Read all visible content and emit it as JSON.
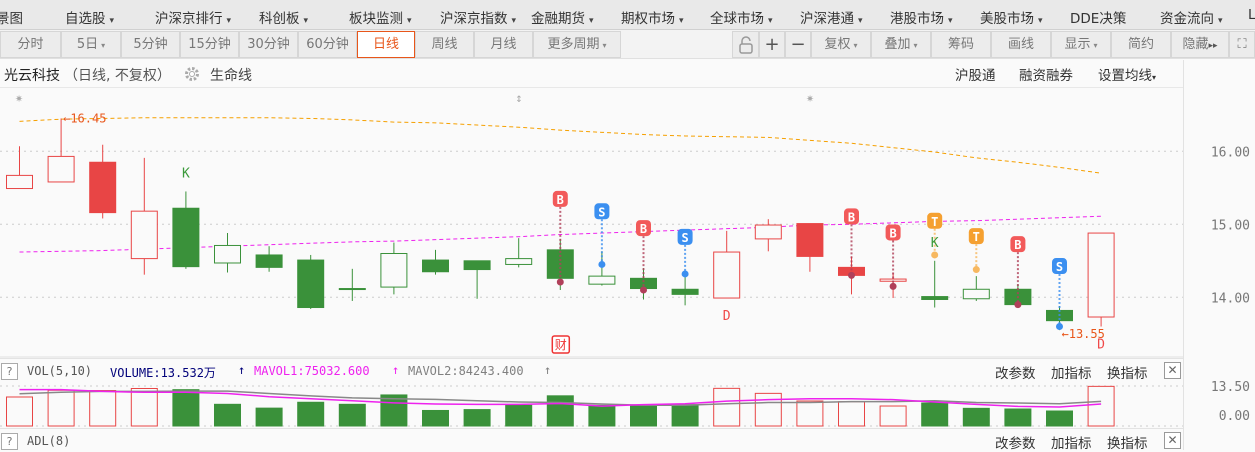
{
  "menu": [
    {
      "label": "景图",
      "dd": false
    },
    {
      "label": "自选股",
      "dd": true
    },
    {
      "label": "沪深京排行",
      "dd": true
    },
    {
      "label": "科创板",
      "dd": true
    },
    {
      "label": "板块监测",
      "dd": true
    },
    {
      "label": "沪深京指数",
      "dd": true
    },
    {
      "label": "金融期货",
      "dd": true
    },
    {
      "label": "期权市场",
      "dd": true
    },
    {
      "label": "全球市场",
      "dd": true
    },
    {
      "label": "沪深港通",
      "dd": true
    },
    {
      "label": "港股市场",
      "dd": true
    },
    {
      "label": "美股市场",
      "dd": true
    },
    {
      "label": "DDE决策",
      "dd": false
    },
    {
      "label": "资金流向",
      "dd": true
    },
    {
      "label": "L",
      "dd": false
    }
  ],
  "caret": "▾",
  "periods": [
    {
      "label": "分时"
    },
    {
      "label": "5日",
      "dd": true
    },
    {
      "label": "5分钟"
    },
    {
      "label": "15分钟"
    },
    {
      "label": "30分钟"
    },
    {
      "label": "60分钟"
    },
    {
      "label": "日线",
      "active": true
    },
    {
      "label": "周线"
    },
    {
      "label": "月线"
    },
    {
      "label": "更多周期",
      "dd": true
    }
  ],
  "tools": {
    "lock": "unlock-icon",
    "plus": "+",
    "minus": "−",
    "fuquan": "复权",
    "diejia": "叠加",
    "chouma": "筹码",
    "huaxian": "画线",
    "xianshi": "显示",
    "jianyue": "简约",
    "yincang": "隐藏",
    "yincang_icon": "▸▸",
    "fullscreen": "⛶"
  },
  "info": {
    "stock": "光云科技",
    "mode": "（日线, 不复权）",
    "lifeline": "生命线",
    "hgt": "沪股通",
    "rzrq": "融资融券",
    "ma_setting": "设置均线"
  },
  "colors": {
    "up": "#e84545",
    "down": "#3a913a",
    "ma_short": "#ee22ee",
    "ma_long": "#f5a000",
    "buy": "#f25a5a",
    "sell": "#3b8ff0",
    "t": "#f5a030",
    "accent": "#e8561a"
  },
  "price_axis": {
    "labels": [
      "16.00",
      "15.00",
      "14.00"
    ],
    "values": [
      16,
      15,
      14
    ]
  },
  "candles": [
    {
      "o": 15.49,
      "c": 15.67,
      "h": 16.07,
      "l": 15.49,
      "style": "up-hollow"
    },
    {
      "o": 15.58,
      "c": 15.93,
      "h": 16.45,
      "l": 15.58,
      "style": "up-hollow"
    },
    {
      "o": 15.85,
      "c": 15.16,
      "h": 16.09,
      "l": 15.08,
      "style": "up-solid"
    },
    {
      "o": 14.53,
      "c": 15.18,
      "h": 15.91,
      "l": 14.31,
      "style": "up-hollow"
    },
    {
      "o": 15.22,
      "c": 14.42,
      "h": 15.45,
      "l": 14.39,
      "style": "down-solid"
    },
    {
      "o": 14.47,
      "c": 14.71,
      "h": 14.88,
      "l": 14.34,
      "style": "down-hollow"
    },
    {
      "o": 14.58,
      "c": 14.41,
      "h": 14.7,
      "l": 14.35,
      "style": "down-solid"
    },
    {
      "o": 14.51,
      "c": 13.86,
      "h": 14.58,
      "l": 13.84,
      "style": "down-solid"
    },
    {
      "o": 14.12,
      "c": 14.12,
      "h": 14.39,
      "l": 13.95,
      "style": "down-solid"
    },
    {
      "o": 14.14,
      "c": 14.6,
      "h": 14.75,
      "l": 14.04,
      "style": "down-hollow"
    },
    {
      "o": 14.51,
      "c": 14.35,
      "h": 14.65,
      "l": 14.31,
      "style": "down-solid"
    },
    {
      "o": 14.5,
      "c": 14.38,
      "h": 14.5,
      "l": 13.98,
      "style": "down-solid"
    },
    {
      "o": 14.45,
      "c": 14.53,
      "h": 14.81,
      "l": 14.41,
      "style": "down-hollow"
    },
    {
      "o": 14.65,
      "c": 14.26,
      "h": 14.8,
      "l": 14.1,
      "style": "down-solid"
    },
    {
      "o": 14.18,
      "c": 14.29,
      "h": 14.63,
      "l": 14.16,
      "style": "down-hollow"
    },
    {
      "o": 14.26,
      "c": 14.12,
      "h": 14.4,
      "l": 13.97,
      "style": "down-solid"
    },
    {
      "o": 14.11,
      "c": 14.04,
      "h": 14.28,
      "l": 13.89,
      "style": "down-solid"
    },
    {
      "o": 13.99,
      "c": 14.62,
      "h": 14.91,
      "l": 13.99,
      "style": "up-hollow"
    },
    {
      "o": 14.8,
      "c": 14.99,
      "h": 15.07,
      "l": 14.63,
      "style": "up-hollow"
    },
    {
      "o": 15.01,
      "c": 14.56,
      "h": 15.01,
      "l": 14.35,
      "style": "up-solid"
    },
    {
      "o": 14.41,
      "c": 14.3,
      "h": 14.56,
      "l": 14.04,
      "style": "up-solid"
    },
    {
      "o": 14.22,
      "c": 14.25,
      "h": 14.34,
      "l": 13.99,
      "style": "up-hollow"
    },
    {
      "o": 14.01,
      "c": 13.97,
      "h": 14.5,
      "l": 13.86,
      "style": "down-solid"
    },
    {
      "o": 13.98,
      "c": 14.11,
      "h": 14.29,
      "l": 13.95,
      "style": "down-hollow"
    },
    {
      "o": 14.11,
      "c": 13.9,
      "h": 14.18,
      "l": 13.9,
      "style": "down-solid"
    },
    {
      "o": 13.82,
      "c": 13.68,
      "h": 13.88,
      "l": 13.55,
      "style": "down-solid"
    },
    {
      "o": 13.73,
      "c": 14.88,
      "h": 14.88,
      "l": 13.6,
      "style": "up-hollow"
    }
  ],
  "ma_short": [
    14.62,
    14.63,
    14.64,
    14.66,
    14.68,
    14.7,
    14.72,
    14.74,
    14.76,
    14.77,
    14.79,
    14.81,
    14.83,
    14.86,
    14.88,
    14.9,
    14.92,
    14.94,
    14.96,
    14.99,
    15.0,
    15.02,
    15.04,
    15.05,
    15.07,
    15.09,
    15.11
  ],
  "ma_long": [
    16.41,
    16.44,
    16.45,
    16.46,
    16.46,
    16.46,
    16.46,
    16.45,
    16.43,
    16.4,
    16.39,
    16.36,
    16.33,
    16.29,
    16.26,
    16.23,
    16.21,
    16.2,
    16.19,
    16.15,
    16.11,
    16.05,
    15.99,
    15.91,
    15.85,
    15.78,
    15.7
  ],
  "signals": [
    {
      "i": 13,
      "type": "B",
      "dot": 14.21
    },
    {
      "i": 14,
      "type": "S",
      "dot": 14.45
    },
    {
      "i": 15,
      "type": "B",
      "dot": 14.1
    },
    {
      "i": 16,
      "type": "S",
      "dot": 14.32
    },
    {
      "i": 20,
      "type": "B",
      "dot": 14.3
    },
    {
      "i": 21,
      "type": "B",
      "dot": 14.15
    },
    {
      "i": 22,
      "type": "T",
      "dot": 14.58
    },
    {
      "i": 23,
      "type": "T",
      "dot": 14.38
    },
    {
      "i": 24,
      "type": "B",
      "dot": 13.9
    },
    {
      "i": 25,
      "type": "S",
      "dot": 13.6
    }
  ],
  "labels": [
    {
      "i": 4,
      "text": "K",
      "pos": "above"
    },
    {
      "i": 22,
      "text": "K",
      "pos": "mid"
    },
    {
      "i": 17,
      "text": "D",
      "pos": "below"
    },
    {
      "i": 26,
      "text": "D",
      "pos": "below"
    }
  ],
  "price_marks": {
    "high": {
      "i": 1,
      "text": "←16.45"
    },
    "low": {
      "i": 25,
      "text": "←13.55"
    }
  },
  "cai_badge": {
    "i": 13,
    "text": "财"
  },
  "vol": {
    "title": "VOL(5,10)",
    "volume": "VOLUME:13.532万",
    "mavol1": "MAVOL1:75032.600",
    "mavol2": "MAVOL2:84243.400",
    "arrow": "↑",
    "axis": [
      "13.50",
      "0.00"
    ],
    "max": 13.53,
    "values": [
      9.9,
      12.2,
      12.1,
      12.8,
      12.4,
      7.4,
      6.1,
      8.1,
      7.4,
      10.6,
      5.3,
      5.6,
      7.05,
      10.3,
      7.05,
      7.05,
      7.28,
      12.85,
      11.14,
      8.53,
      8.3,
      6.82,
      7.85,
      6.03,
      5.8,
      5.12,
      13.53
    ],
    "mavol1_line": [
      12.4,
      12.4,
      11.8,
      11.5,
      11.5,
      11.1,
      10.0,
      9.3,
      8.6,
      7.9,
      7.5,
      7.4,
      7.4,
      7.7,
      6.8,
      7.3,
      7.6,
      8.5,
      9.0,
      9.3,
      9.3,
      9.0,
      8.2,
      7.4,
      6.7,
      6.5,
      7.5
    ],
    "mavol2_line": [
      11.0,
      11.5,
      11.8,
      11.8,
      11.9,
      11.9,
      11.1,
      10.3,
      9.6,
      9.3,
      9.1,
      8.6,
      8.2,
      8.0,
      7.5,
      7.1,
      7.1,
      7.6,
      8.0,
      8.0,
      8.3,
      8.3,
      8.6,
      8.0,
      7.85,
      7.6,
      8.42
    ]
  },
  "panel_actions": {
    "change": "改参数",
    "add": "加指标",
    "swap": "换指标",
    "close": "✕",
    "help": "?"
  },
  "adl": {
    "title": "ADL(8)"
  }
}
